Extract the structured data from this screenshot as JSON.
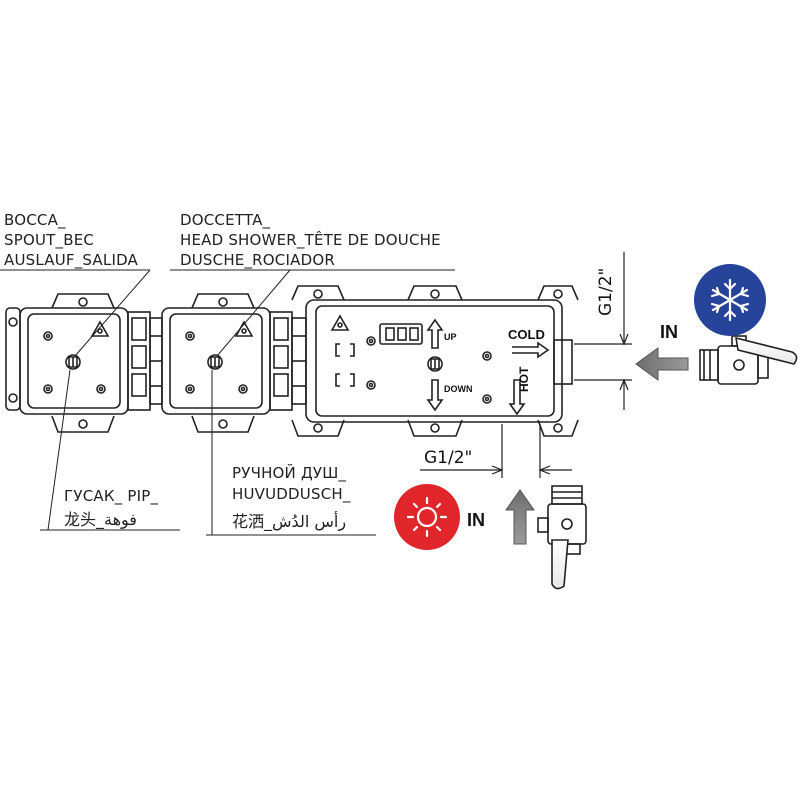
{
  "labels": {
    "spout": [
      "BOCCA_",
      "SPOUT_BEC",
      "AUSLAUF_SALIDA"
    ],
    "head_shower": [
      "DOCCETTA_",
      "HEAD SHOWER_TÊTE DE DOUCHE",
      "DUSCHE_ROCIADOR"
    ],
    "spout_bottom": [
      "ГУСАК_ PIP_",
      "龙头_فوهة"
    ],
    "hand_shower_bottom": [
      "РУЧНОЙ ДУШ_",
      "HUVUDDUSCH_",
      "花洒_رأس الدُش"
    ]
  },
  "body_markings": {
    "up": "UP",
    "down": "DOWN",
    "cold": "COLD",
    "hot": "HOT"
  },
  "inlets": {
    "cold_size": "G1/2\"",
    "hot_size": "G1/2\"",
    "cold_label": "IN",
    "hot_label": "IN"
  },
  "colors": {
    "cold_badge": "#26439a",
    "hot_badge": "#e0262b",
    "line": "#222222",
    "arrow_gray": "#8a8a8a"
  },
  "icons": {
    "cold": "snowflake-icon",
    "hot": "sun-icon"
  }
}
